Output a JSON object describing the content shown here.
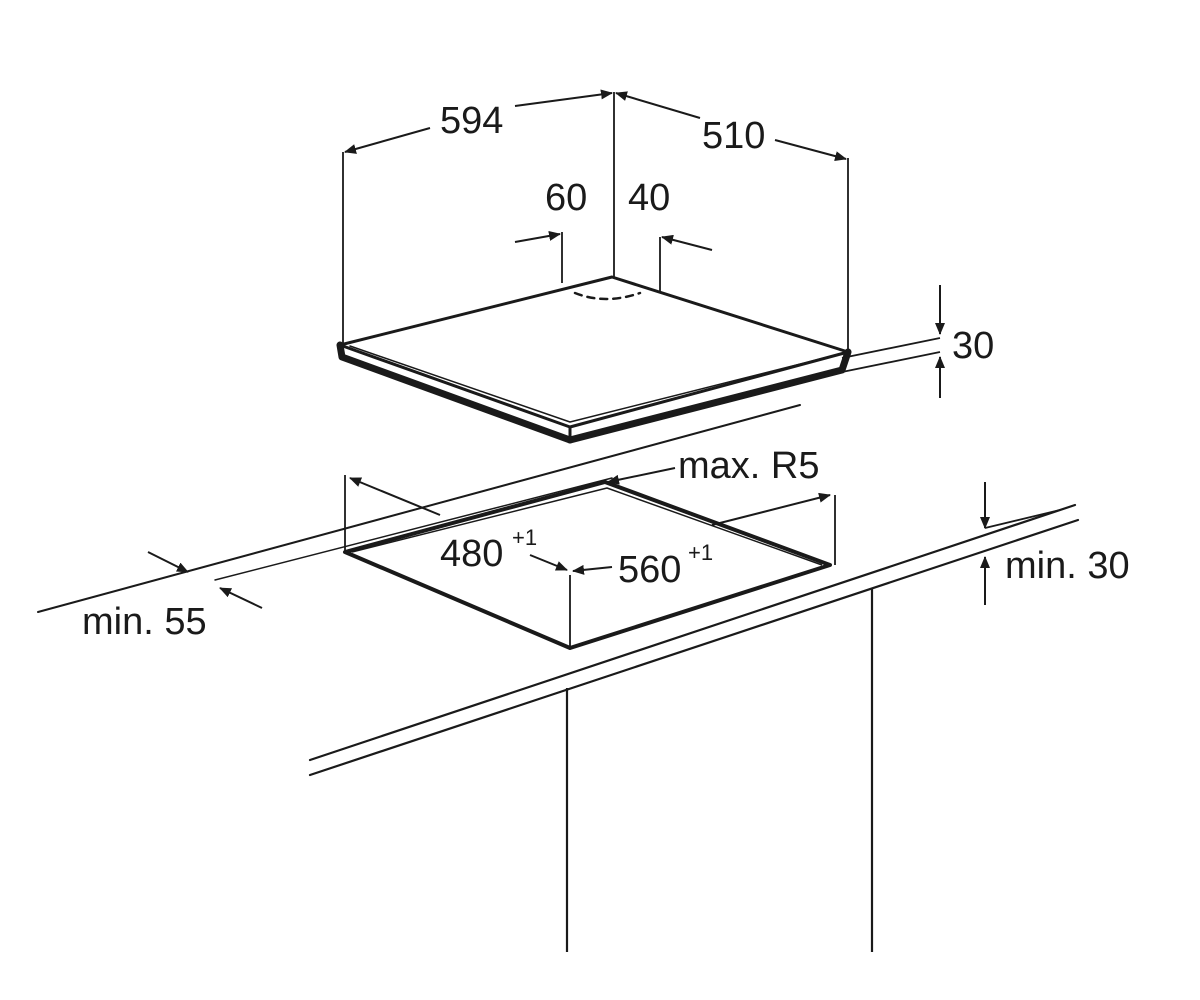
{
  "dimensions": {
    "hob_width": "594",
    "hob_depth": "510",
    "inlet_left": "60",
    "inlet_right": "40",
    "hob_height": "30",
    "corner_radius": "max. R5",
    "cutout_depth": "480",
    "cutout_depth_tol": "+1",
    "cutout_width": "560",
    "cutout_width_tol": "+1",
    "front_clearance": "min. 55",
    "below_clearance": "min. 30"
  },
  "colors": {
    "line": "#1a1a1a",
    "background": "#ffffff"
  }
}
